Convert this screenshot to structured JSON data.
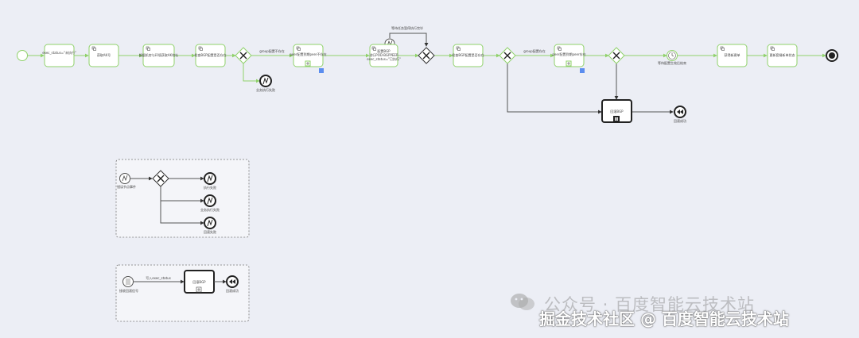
{
  "diagram": {
    "main_flow": {
      "tasks": [
        "exec_status=\"未执行\"",
        "获取AK号",
        "根据机房与环境获取AK地址",
        "检查BGP配置是否存在",
        "peer配置到期peer不存在",
        "配置BGP\n进行POD-BGPPEER\nexec_status=\"已执行\"",
        "检查BGP配置是否存在",
        "peer配置到期peer存在",
        "获得新建单",
        "更新套餐新单状态"
      ],
      "gateway_labels": [
        "group配置不存在",
        "group配置存在"
      ],
      "upper_label": "等待任务暂停执行完毕",
      "end_error_label": "业务执行失败",
      "timer_label": "等待配置生效后结束",
      "subprocess": "回滚BGP",
      "subprocess_end_label": "回滚成功"
    },
    "group1": {
      "start_label": "错误节点事件",
      "ends": [
        "执行失败",
        "业务执行失败",
        "回滚失败"
      ]
    },
    "group2": {
      "start_label": "接收回滚信号",
      "flow_label": "写入exec_status",
      "subprocess": "回滚BGP",
      "end_label": "回滚成功"
    }
  },
  "watermark": {
    "line1": "公众号 · 百度智能云技术站",
    "line2": "掘金技术社区 @ 百度智能云技术站"
  },
  "colors": {
    "flow": "#8fd16a",
    "task_border": "#8fd16a",
    "background": "#eceef5"
  }
}
